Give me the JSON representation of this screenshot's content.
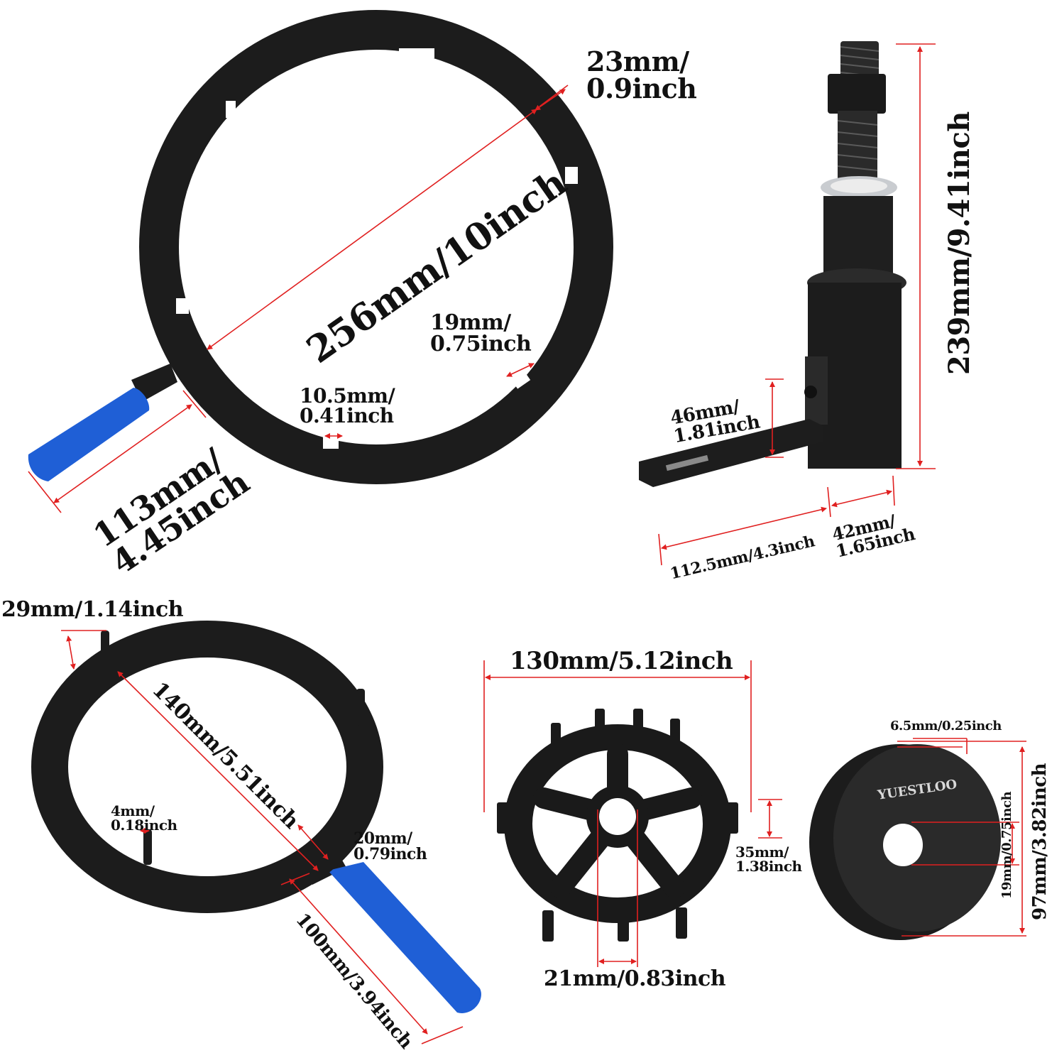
{
  "brand": {
    "logo_text": "YUESTLOO"
  },
  "colors": {
    "dimension_line": "#e02020",
    "tool_body": "#1c1c1c",
    "handle": "#1f5fd6",
    "background": "#ffffff"
  },
  "labels": {
    "large_ring_lug": "23mm/\n0.9inch",
    "large_ring_diameter": "256mm/10inch",
    "large_ring_notch_depth": "19mm/\n0.75inch",
    "large_ring_notch_width": "10.5mm/\n0.41inch",
    "large_ring_handle": "113mm/\n4.45inch",
    "puller_height": "239mm/9.41inch",
    "puller_arm_height": "46mm/\n1.81inch",
    "puller_arm_length": "112.5mm/4.3inch",
    "puller_base_width": "42mm/\n1.65inch",
    "small_ring_pin_height": "29mm/1.14inch",
    "small_ring_diameter": "140mm/5.51inch",
    "small_ring_pin_diameter": "4mm/\n0.18inch",
    "small_ring_band": "20mm/\n0.79inch",
    "small_ring_handle": "100mm/3.94inch",
    "fan_diameter": "130mm/5.12inch",
    "fan_height": "35mm/\n1.38inch",
    "fan_hole": "21mm/0.83inch",
    "disc_thickness": "6.5mm/0.25inch",
    "disc_hole": "19mm/0.75inch",
    "disc_diameter": "97mm/3.82inch"
  }
}
